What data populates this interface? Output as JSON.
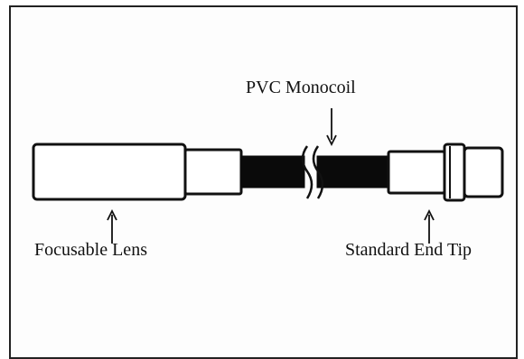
{
  "diagram": {
    "labels": {
      "pvc": "PVC Monocoil",
      "lens": "Focusable Lens",
      "tip": "Standard End Tip"
    },
    "colors": {
      "stroke": "#111111",
      "cable": "#0a0a0a",
      "fill": "#ffffff"
    }
  }
}
